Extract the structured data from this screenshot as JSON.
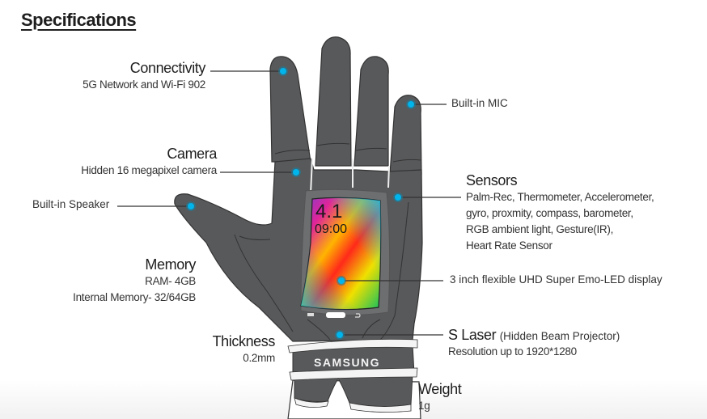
{
  "title": "Specifications",
  "colors": {
    "glove": "#58595b",
    "glove_outline": "#333333",
    "sensor_dot": "#00b4ec",
    "sensor_dot_halo": "#1a7f9c",
    "text": "#1e1e1e"
  },
  "specs": {
    "connectivity": {
      "heading": "Connectivity",
      "detail": "5G Network and Wi-Fi 902"
    },
    "camera": {
      "heading": "Camera",
      "detail": "Hidden 16 megapixel camera"
    },
    "speaker": {
      "label": "Built-in Speaker"
    },
    "memory": {
      "heading": "Memory",
      "lines": [
        "RAM- 4GB",
        "Internal Memory- 32/64GB"
      ]
    },
    "thickness": {
      "heading": "Thickness",
      "detail": "0.2mm"
    },
    "mic": {
      "label": "Built-in MIC"
    },
    "sensors": {
      "heading": "Sensors",
      "lines": [
        "Palm-Rec, Thermometer, Accelerometer,",
        "gyro, proxmity, compass, barometer,",
        "RGB ambient light, Gesture(IR),",
        "Heart Rate Sensor"
      ]
    },
    "display": {
      "label": "3 inch flexible UHD Super Emo-LED display"
    },
    "laser": {
      "heading": "S Laser",
      "note": "(Hidden Beam Projector)",
      "detail": "Resolution up to 1920*1280"
    },
    "weight": {
      "heading": "Weight",
      "detail": "1g"
    }
  },
  "screen": {
    "version": "4.1",
    "time": "09:00"
  },
  "band": {
    "brand": "SAMSUNG"
  }
}
